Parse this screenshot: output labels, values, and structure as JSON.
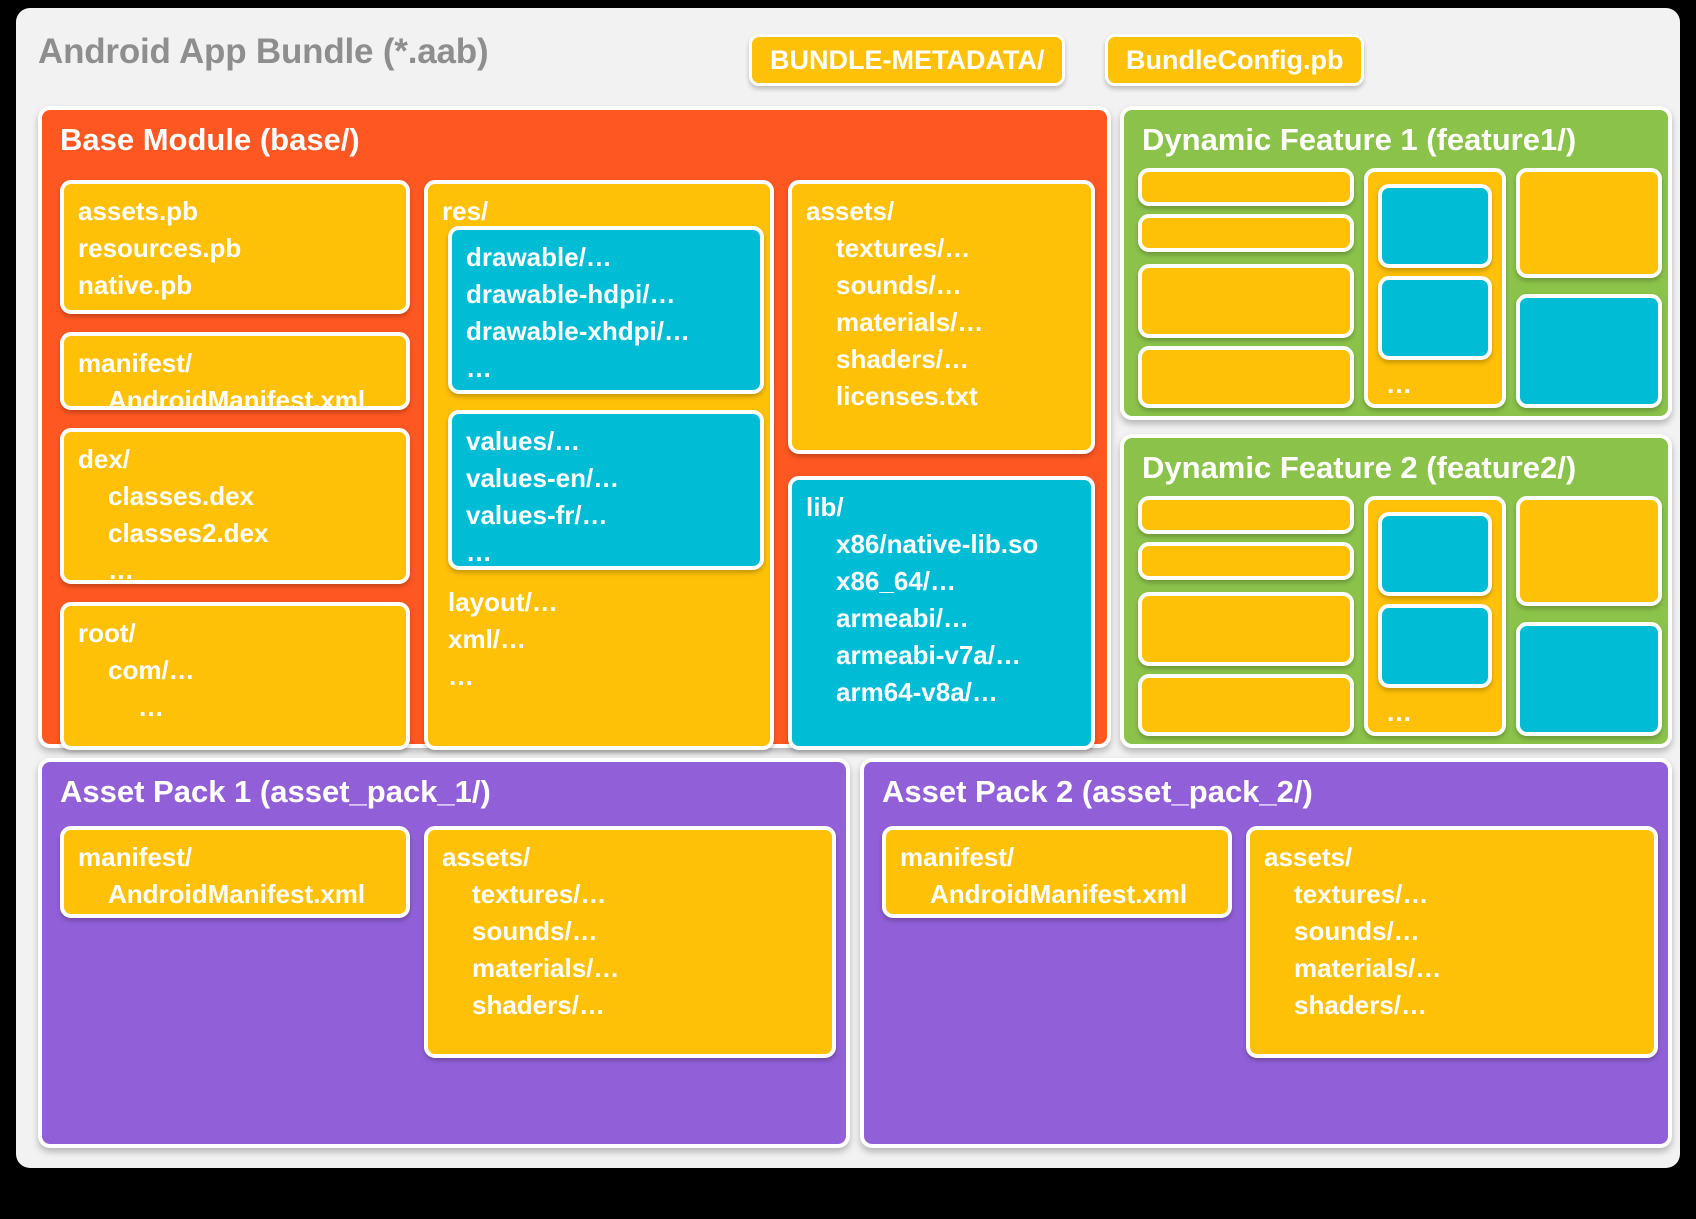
{
  "header": {
    "title": "Android App Bundle (*.aab)",
    "metadata_chips": [
      {
        "label": "BUNDLE-METADATA/"
      },
      {
        "label": "BundleConfig.pb"
      }
    ]
  },
  "colors": {
    "page_background": "#000000",
    "card_background": "#F2F2F2",
    "title_text": "#8E8E8E",
    "base_module": "#FF5722",
    "dynamic_feature": "#8BC34A",
    "asset_pack": "#9160D8",
    "file_box": "#FFC107",
    "resource_box": "#00BCD4",
    "box_border": "#FFFFFF"
  },
  "base_module": {
    "title": "Base Module (base/)",
    "left_column": [
      {
        "name": "protobuf-box",
        "lines": [
          "assets.pb",
          "resources.pb",
          "native.pb"
        ],
        "indents": [
          0,
          0,
          0
        ]
      },
      {
        "name": "manifest-box",
        "lines": [
          "manifest/",
          "AndroidManifest.xml"
        ],
        "indents": [
          0,
          1
        ]
      },
      {
        "name": "dex-box",
        "lines": [
          "dex/",
          "classes.dex",
          "classes2.dex",
          "…"
        ],
        "indents": [
          0,
          1,
          1,
          1
        ]
      },
      {
        "name": "root-box",
        "lines": [
          "root/",
          "com/…",
          "…"
        ],
        "indents": [
          0,
          1,
          2
        ]
      }
    ],
    "res_box": {
      "title": "res/",
      "nested": [
        {
          "name": "drawable-box",
          "lines": [
            "drawable/…",
            "drawable-hdpi/…",
            "drawable-xhdpi/…",
            "…"
          ]
        },
        {
          "name": "values-box",
          "lines": [
            "values/…",
            "values-en/…",
            "values-fr/…",
            "…"
          ]
        }
      ],
      "trailing": [
        "layout/…",
        "xml/…",
        "…"
      ]
    },
    "right_column": [
      {
        "name": "assets-box",
        "type": "yellow",
        "lines": [
          "assets/",
          "textures/…",
          "sounds/…",
          "materials/…",
          "shaders/…",
          "licenses.txt"
        ],
        "indents": [
          0,
          1,
          1,
          1,
          1,
          1
        ]
      },
      {
        "name": "lib-box",
        "type": "cyan",
        "lines": [
          "lib/",
          "x86/native-lib.so",
          "x86_64/…",
          "armeabi/…",
          "armeabi-v7a/…",
          "arm64-v8a/…"
        ],
        "indents": [
          0,
          1,
          1,
          1,
          1,
          1
        ]
      }
    ]
  },
  "dynamic_features": [
    {
      "name": "dynamic-feature-1",
      "title": "Dynamic Feature 1 (feature1/)",
      "dots_label": "…"
    },
    {
      "name": "dynamic-feature-2",
      "title": "Dynamic Feature 2 (feature2/)",
      "dots_label": "…"
    }
  ],
  "asset_packs": [
    {
      "name": "asset-pack-1",
      "title": "Asset Pack 1 (asset_pack_1/)",
      "manifest": {
        "lines": [
          "manifest/",
          "AndroidManifest.xml"
        ],
        "indents": [
          0,
          1
        ]
      },
      "assets": {
        "lines": [
          "assets/",
          "textures/…",
          "sounds/…",
          "materials/…",
          "shaders/…"
        ],
        "indents": [
          0,
          1,
          1,
          1,
          1
        ]
      }
    },
    {
      "name": "asset-pack-2",
      "title": "Asset Pack 2 (asset_pack_2/)",
      "manifest": {
        "lines": [
          "manifest/",
          "AndroidManifest.xml"
        ],
        "indents": [
          0,
          1
        ]
      },
      "assets": {
        "lines": [
          "assets/",
          "textures/…",
          "sounds/…",
          "materials/…",
          "shaders/…"
        ],
        "indents": [
          0,
          1,
          1,
          1,
          1
        ]
      }
    }
  ]
}
